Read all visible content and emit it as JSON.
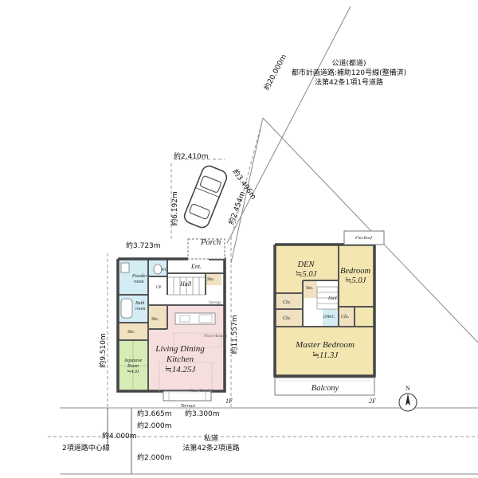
{
  "colors": {
    "room_yellow": "#f3e6b0",
    "room_pink": "#f6dede",
    "room_green": "#d6ecd8",
    "tatami": "#d6ecb4",
    "wet_area": "#d4ecf4",
    "storage": "#f0e2c0",
    "hall": "#ffffff",
    "wall": "#444444"
  },
  "road": {
    "public_name": "公道(都道)",
    "public_desc": "都市計画道路:補助120号線(整備済)",
    "public_law": "法第42条1項1号道路",
    "public_width": "約20.000m",
    "private_name": "私道",
    "private_law": "法第42条2項道路",
    "centerline": "2項道路中心線"
  },
  "dimensions": {
    "d_2410": "約2.410m",
    "d_3496": "約3.496m",
    "d_6192": "約6.192m",
    "d_2454": "約2.454m",
    "d_3723": "約3.723m",
    "d_11557": "約11.557m",
    "d_9510": "約9.510m",
    "d_3665": "約3.665m",
    "d_3300": "約3.300m",
    "d_2000a": "約2.000m",
    "d_4000": "約4.000m",
    "d_2000b": "約2.000m"
  },
  "floor1": {
    "porch": "Porch",
    "ent": "Ent.",
    "hall": "Hall",
    "sto_top": "Sto.",
    "sto_mid": "Sto.",
    "sto_left": "Sto.",
    "powder_room_1": "Powder",
    "powder_room_2": "room",
    "bath_room_1": "Bath",
    "bath_room_2": "room",
    "wc": "WC",
    "up": "UP",
    "ldk_1": "Living Dining",
    "ldk_2": "Kitchen",
    "ldk_size": "≒14.25J",
    "jr_1": "Japanese",
    "jr_2": "Room",
    "jr_size": "≒4.0J",
    "terrace": "Terrace",
    "floor_heating_1": "Floor Heating",
    "floor_heating_2": "Floor Heating",
    "storage_tag": "Storage",
    "label": "1F"
  },
  "floor2": {
    "flat_roof": "Flat Roof",
    "den": "DEN",
    "den_size": "≒5.0J",
    "bedroom": "Bedroom",
    "bedroom_size": "≒5.0J",
    "sto": "Sto.",
    "hall": "Hall",
    "clo_1": "Clo.",
    "clo_2": "Clo.",
    "clo_3": "Clo.",
    "dn": "DN",
    "wc": "WC",
    "master": "Master Bedroom",
    "master_size": "≒11.3J",
    "balcony": "Balcony",
    "label": "2F"
  },
  "compass": "N"
}
